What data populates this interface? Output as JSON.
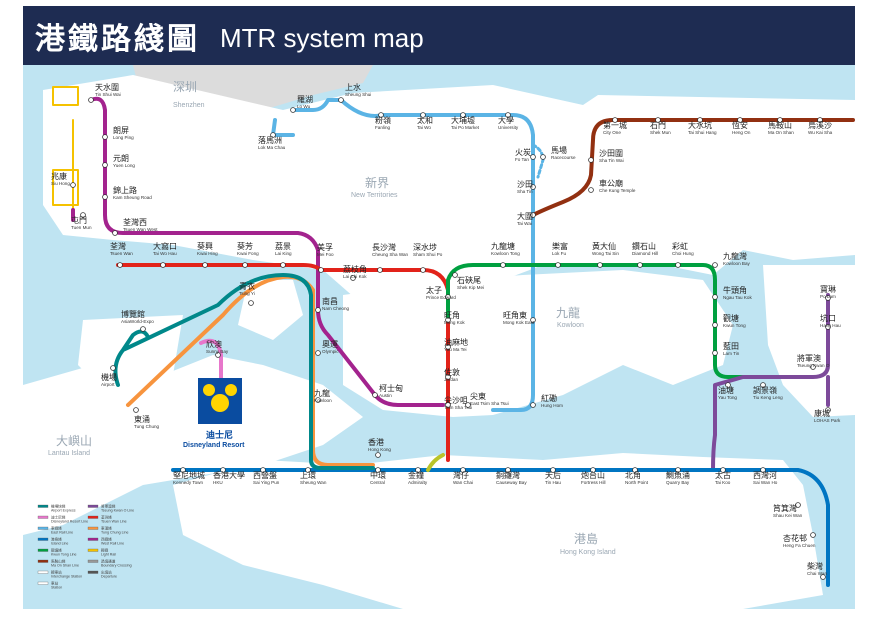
{
  "header": {
    "title_cn": "港鐵路綫圖",
    "title_en": "MTR system map"
  },
  "areas": {
    "shenzhen": {
      "cn": "深圳",
      "en": "Shenzhen"
    },
    "new_territories": {
      "cn": "新界",
      "en": "New Territories"
    },
    "kowloon": {
      "cn": "九龍",
      "en": "Kowloon"
    },
    "hong_kong_island": {
      "cn": "港島",
      "en": "Hong Kong Island"
    },
    "lantau": {
      "cn": "大嶼山",
      "en": "Lantau Island"
    }
  },
  "disney": {
    "cn": "迪士尼",
    "en": "Disneyland Resort"
  },
  "colors": {
    "water": "#bfe4f2",
    "land": "#ffffff",
    "header": "#1e2c52",
    "east_rail": "#5bb4e5",
    "tsuen_wan": "#e2231a",
    "kwun_tong": "#00a040",
    "island": "#0075c2",
    "tseung_kwan_o": "#7d4a9a",
    "tung_chung": "#f7943e",
    "airport_express": "#00888a",
    "disneyland": "#e777cb",
    "west_rail": "#a3238e",
    "ma_on_shan": "#923011",
    "south_island": "#bac429"
  },
  "legend": [
    {
      "cn": "機場快綫",
      "en": "Airport Express"
    },
    {
      "cn": "迪士尼綫",
      "en": "Disneyland Resort Line"
    },
    {
      "cn": "東鐵綫",
      "en": "East Rail Line"
    },
    {
      "cn": "港島綫",
      "en": "Island Line"
    },
    {
      "cn": "觀塘綫",
      "en": "Kwun Tong Line"
    },
    {
      "cn": "馬鞍山綫",
      "en": "Ma On Shan Line"
    },
    {
      "cn": "轉車站",
      "en": "Interchange Station"
    },
    {
      "cn": "車站",
      "en": "Station"
    },
    {
      "cn": "將軍澳綫",
      "en": "Tseung Kwan O Line"
    },
    {
      "cn": "荃灣綫",
      "en": "Tsuen Wan Line"
    },
    {
      "cn": "東涌綫",
      "en": "Tung Chung Line"
    },
    {
      "cn": "西鐵綫",
      "en": "West Rail Line"
    },
    {
      "cn": "輕鐵",
      "en": "Light Rail"
    },
    {
      "cn": "過境通道",
      "en": "Boundary Crossing"
    },
    {
      "cn": "出境站",
      "en": "Departure"
    }
  ],
  "stations": [
    {
      "cn": "天水圍",
      "en": "Tin Shui Wai"
    },
    {
      "cn": "兆康",
      "en": "Siu Hong"
    },
    {
      "cn": "屯門",
      "en": "Tuen Mun"
    },
    {
      "cn": "朗屏",
      "en": "Long Ping"
    },
    {
      "cn": "元朗",
      "en": "Yuen Long"
    },
    {
      "cn": "錦上路",
      "en": "Kam Sheung Road"
    },
    {
      "cn": "荃灣西",
      "en": "Tsuen Wan West"
    },
    {
      "cn": "羅湖",
      "en": "Lo Wu"
    },
    {
      "cn": "上水",
      "en": "Sheung Shui"
    },
    {
      "cn": "落馬洲",
      "en": "Lok Ma Chau"
    },
    {
      "cn": "粉嶺",
      "en": "Fanling"
    },
    {
      "cn": "太和",
      "en": "Tai Wo"
    },
    {
      "cn": "大埔墟",
      "en": "Tai Po Market"
    },
    {
      "cn": "大學",
      "en": "University"
    },
    {
      "cn": "火炭",
      "en": "Fo Tan"
    },
    {
      "cn": "馬場",
      "en": "Racecourse"
    },
    {
      "cn": "沙田",
      "en": "Sha Tin"
    },
    {
      "cn": "大圍",
      "en": "Tai Wai"
    },
    {
      "cn": "第一城",
      "en": "City One"
    },
    {
      "cn": "石門",
      "en": "Shek Mun"
    },
    {
      "cn": "大水坑",
      "en": "Tai Shui Hang"
    },
    {
      "cn": "恆安",
      "en": "Heng On"
    },
    {
      "cn": "馬鞍山",
      "en": "Ma On Shan"
    },
    {
      "cn": "烏溪沙",
      "en": "Wu Kai Sha"
    },
    {
      "cn": "沙田圍",
      "en": "Sha Tin Wai"
    },
    {
      "cn": "車公廟",
      "en": "Che Kung Temple"
    },
    {
      "cn": "荃灣",
      "en": "Tsuen Wan"
    },
    {
      "cn": "大窩口",
      "en": "Tai Wo Hau"
    },
    {
      "cn": "葵興",
      "en": "Kwai Hing"
    },
    {
      "cn": "葵芳",
      "en": "Kwai Fong"
    },
    {
      "cn": "荔景",
      "en": "Lai King"
    },
    {
      "cn": "美孚",
      "en": "Mei Foo"
    },
    {
      "cn": "荔枝角",
      "en": "Lai Chi Kok"
    },
    {
      "cn": "長沙灣",
      "en": "Cheung Sha Wan"
    },
    {
      "cn": "深水埗",
      "en": "Sham Shui Po"
    },
    {
      "cn": "九龍塘",
      "en": "Kowloon Tong"
    },
    {
      "cn": "樂富",
      "en": "Lok Fu"
    },
    {
      "cn": "黃大仙",
      "en": "Wong Tai Sin"
    },
    {
      "cn": "鑽石山",
      "en": "Diamond Hill"
    },
    {
      "cn": "彩虹",
      "en": "Choi Hung"
    },
    {
      "cn": "九龍灣",
      "en": "Kowloon Bay"
    },
    {
      "cn": "石硤尾",
      "en": "Shek Kip Mei"
    },
    {
      "cn": "太子",
      "en": "Prince Edward"
    },
    {
      "cn": "旺角",
      "en": "Mong Kok"
    },
    {
      "cn": "旺角東",
      "en": "Mong Kok East"
    },
    {
      "cn": "油麻地",
      "en": "Yau Ma Tei"
    },
    {
      "cn": "佐敦",
      "en": "Jordan"
    },
    {
      "cn": "尖沙咀",
      "en": "Tsim Sha Tsui"
    },
    {
      "cn": "尖東",
      "en": "East Tsim Sha Tsui"
    },
    {
      "cn": "紅磡",
      "en": "Hung Hom"
    },
    {
      "cn": "南昌",
      "en": "Nam Cheong"
    },
    {
      "cn": "奧運",
      "en": "Olympic"
    },
    {
      "cn": "九龍",
      "en": "Kowloon"
    },
    {
      "cn": "柯士甸",
      "en": "Austin"
    },
    {
      "cn": "青衣",
      "en": "Tsing Yi"
    },
    {
      "cn": "博覽館",
      "en": "AsiaWorld-Expo"
    },
    {
      "cn": "機場",
      "en": "Airport"
    },
    {
      "cn": "欣澳",
      "en": "Sunny Bay"
    },
    {
      "cn": "東涌",
      "en": "Tung Chung"
    },
    {
      "cn": "牛頭角",
      "en": "Ngau Tau Kok"
    },
    {
      "cn": "觀塘",
      "en": "Kwun Tong"
    },
    {
      "cn": "藍田",
      "en": "Lam Tin"
    },
    {
      "cn": "油塘",
      "en": "Yau Tong"
    },
    {
      "cn": "調景嶺",
      "en": "Tiu Keng Leng"
    },
    {
      "cn": "寶琳",
      "en": "Po Lam"
    },
    {
      "cn": "坑口",
      "en": "Hang Hau"
    },
    {
      "cn": "將軍澳",
      "en": "Tseung Kwan O"
    },
    {
      "cn": "康城",
      "en": "LOHAS Park"
    },
    {
      "cn": "香港",
      "en": "Hong Kong"
    },
    {
      "cn": "堅尼地城",
      "en": "Kennedy Town"
    },
    {
      "cn": "香港大學",
      "en": "HKU"
    },
    {
      "cn": "西營盤",
      "en": "Sai Ying Pun"
    },
    {
      "cn": "上環",
      "en": "Sheung Wan"
    },
    {
      "cn": "中環",
      "en": "Central"
    },
    {
      "cn": "金鐘",
      "en": "Admiralty"
    },
    {
      "cn": "灣仔",
      "en": "Wan Chai"
    },
    {
      "cn": "銅鑼灣",
      "en": "Causeway Bay"
    },
    {
      "cn": "天后",
      "en": "Tin Hau"
    },
    {
      "cn": "炮台山",
      "en": "Fortress Hill"
    },
    {
      "cn": "北角",
      "en": "North Point"
    },
    {
      "cn": "鰂魚涌",
      "en": "Quarry Bay"
    },
    {
      "cn": "太古",
      "en": "Tai Koo"
    },
    {
      "cn": "西灣河",
      "en": "Sai Wan Ho"
    },
    {
      "cn": "筲箕灣",
      "en": "Shau Kei Wan"
    },
    {
      "cn": "杏花邨",
      "en": "Heng Fa Chuen"
    },
    {
      "cn": "柴灣",
      "en": "Chai Wan"
    }
  ]
}
